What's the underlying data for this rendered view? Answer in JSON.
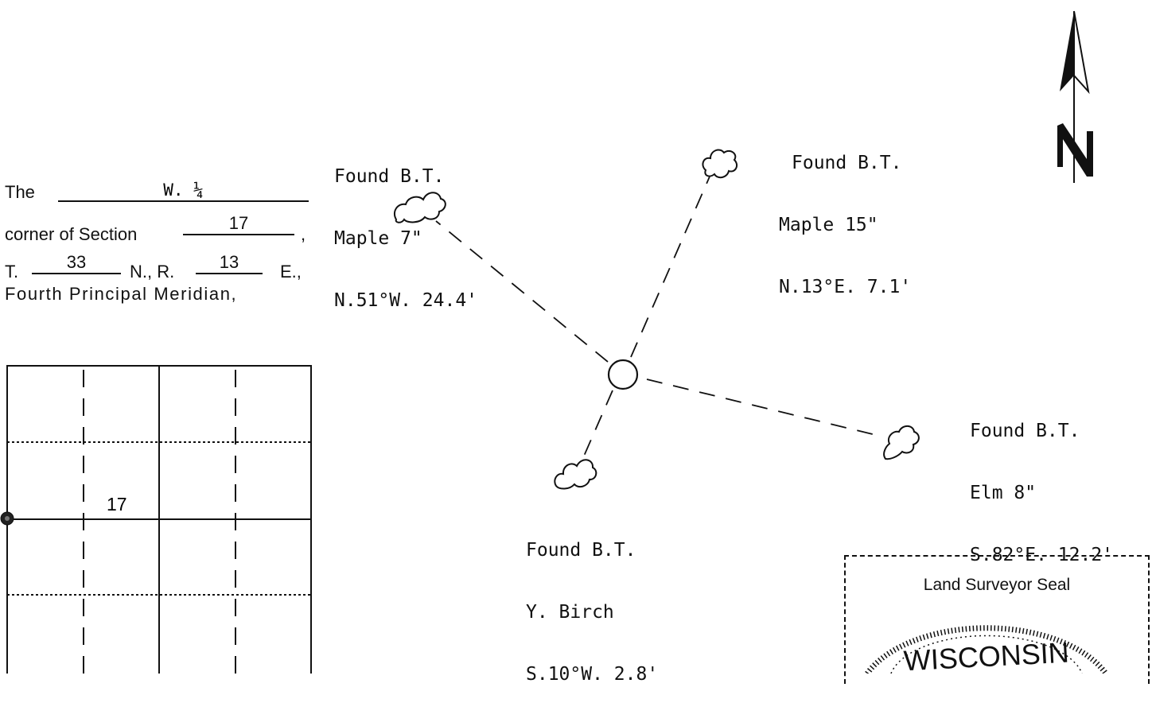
{
  "corner_description": {
    "the_label": "The",
    "corner_value": "W. ¼",
    "line2_prefix": "corner of Section",
    "section_value": "17",
    "line2_suffix": ",",
    "township_prefix": "T.",
    "township_value": "33",
    "north_label": "N., R.",
    "range_value": "13",
    "east_label": "E.,",
    "meridian": "Fourth Principal Meridian,"
  },
  "section_diagram": {
    "section_number": "17",
    "marked_corner": "west quarter corner"
  },
  "bearing_trees": [
    {
      "heading": "Found B.T.",
      "species": "Maple 7\"",
      "bearing": "N.51°W. 24.4'"
    },
    {
      "heading": "Found B.T.",
      "species": "Maple 15\"",
      "bearing": "N.13°E. 7.1'"
    },
    {
      "heading": "Found B.T.",
      "species": "Elm 8\"",
      "bearing": "S.82°E. 12.2'"
    },
    {
      "heading": "Found B.T.",
      "species": "Y. Birch",
      "bearing": "S.10°W. 2.8'"
    }
  ],
  "north_arrow": {
    "icon": "north-arrow-icon",
    "letter": "N"
  },
  "seal": {
    "title": "Land Surveyor Seal",
    "stamp_text": "WISCONSIN"
  }
}
